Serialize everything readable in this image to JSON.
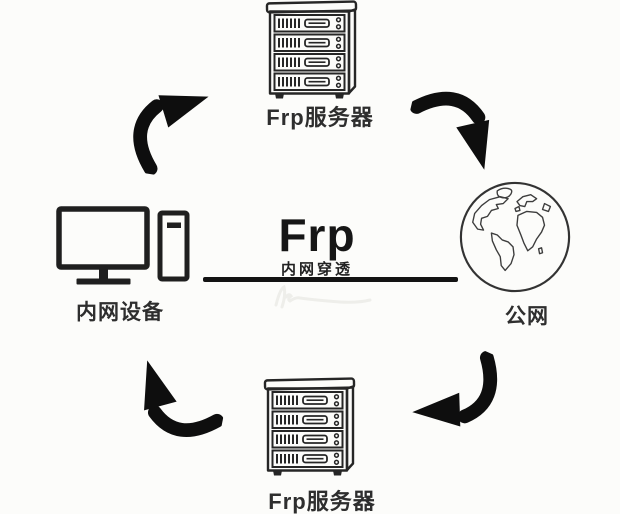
{
  "diagram": {
    "title": "Frp",
    "subtitle": "内网穿透",
    "nodes": {
      "frp_server_top": {
        "label": "Frp服务器",
        "icon": "server-rack-icon"
      },
      "public_network": {
        "label": "公网",
        "icon": "globe-icon"
      },
      "frp_server_bottom": {
        "label": "Frp服务器",
        "icon": "server-rack-icon"
      },
      "intranet_device": {
        "label": "内网设备",
        "icon": "desktop-computer-icon"
      }
    },
    "arrows": [
      {
        "from": "intranet_device",
        "to": "frp_server_top",
        "direction": "up-right"
      },
      {
        "from": "frp_server_top",
        "to": "public_network",
        "direction": "down-right"
      },
      {
        "from": "public_network",
        "to": "frp_server_bottom",
        "direction": "down-left"
      },
      {
        "from": "frp_server_bottom",
        "to": "intranet_device",
        "direction": "up-left"
      }
    ],
    "colors": {
      "ink": "#131313",
      "background": "#fcfcfa"
    }
  }
}
